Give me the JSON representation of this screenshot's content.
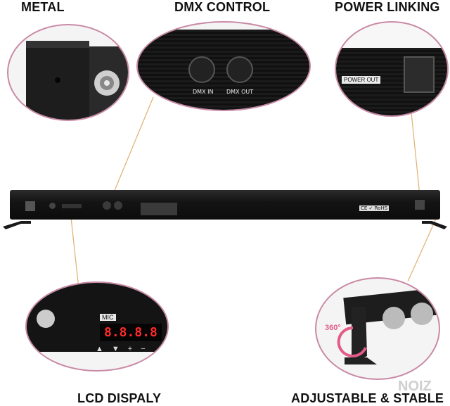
{
  "labels": {
    "metal": "METAL",
    "dmx_control": "DMX CONTROL",
    "power_linking": "POWER LINKING",
    "lcd_display": "LCD DISPALY",
    "adjustable": "ADJUSTABLE & STABLE"
  },
  "callouts": {
    "dmx_in": "DMX IN",
    "dmx_out": "DMX OUT",
    "power_out": "POWER OUT",
    "mic": "MIC",
    "lcd_digits": "8.8.8.8",
    "buttons": [
      "▲",
      "▼",
      "+",
      "−"
    ],
    "rotation": "360°"
  },
  "bar": {
    "cert_marks": "CE ✓ RoHS"
  },
  "watermark": "NOIZ",
  "colors": {
    "accent_oval": "#c98aa6",
    "rotation_arrow": "#e35b86",
    "lcd_red": "#ff2a2a"
  }
}
